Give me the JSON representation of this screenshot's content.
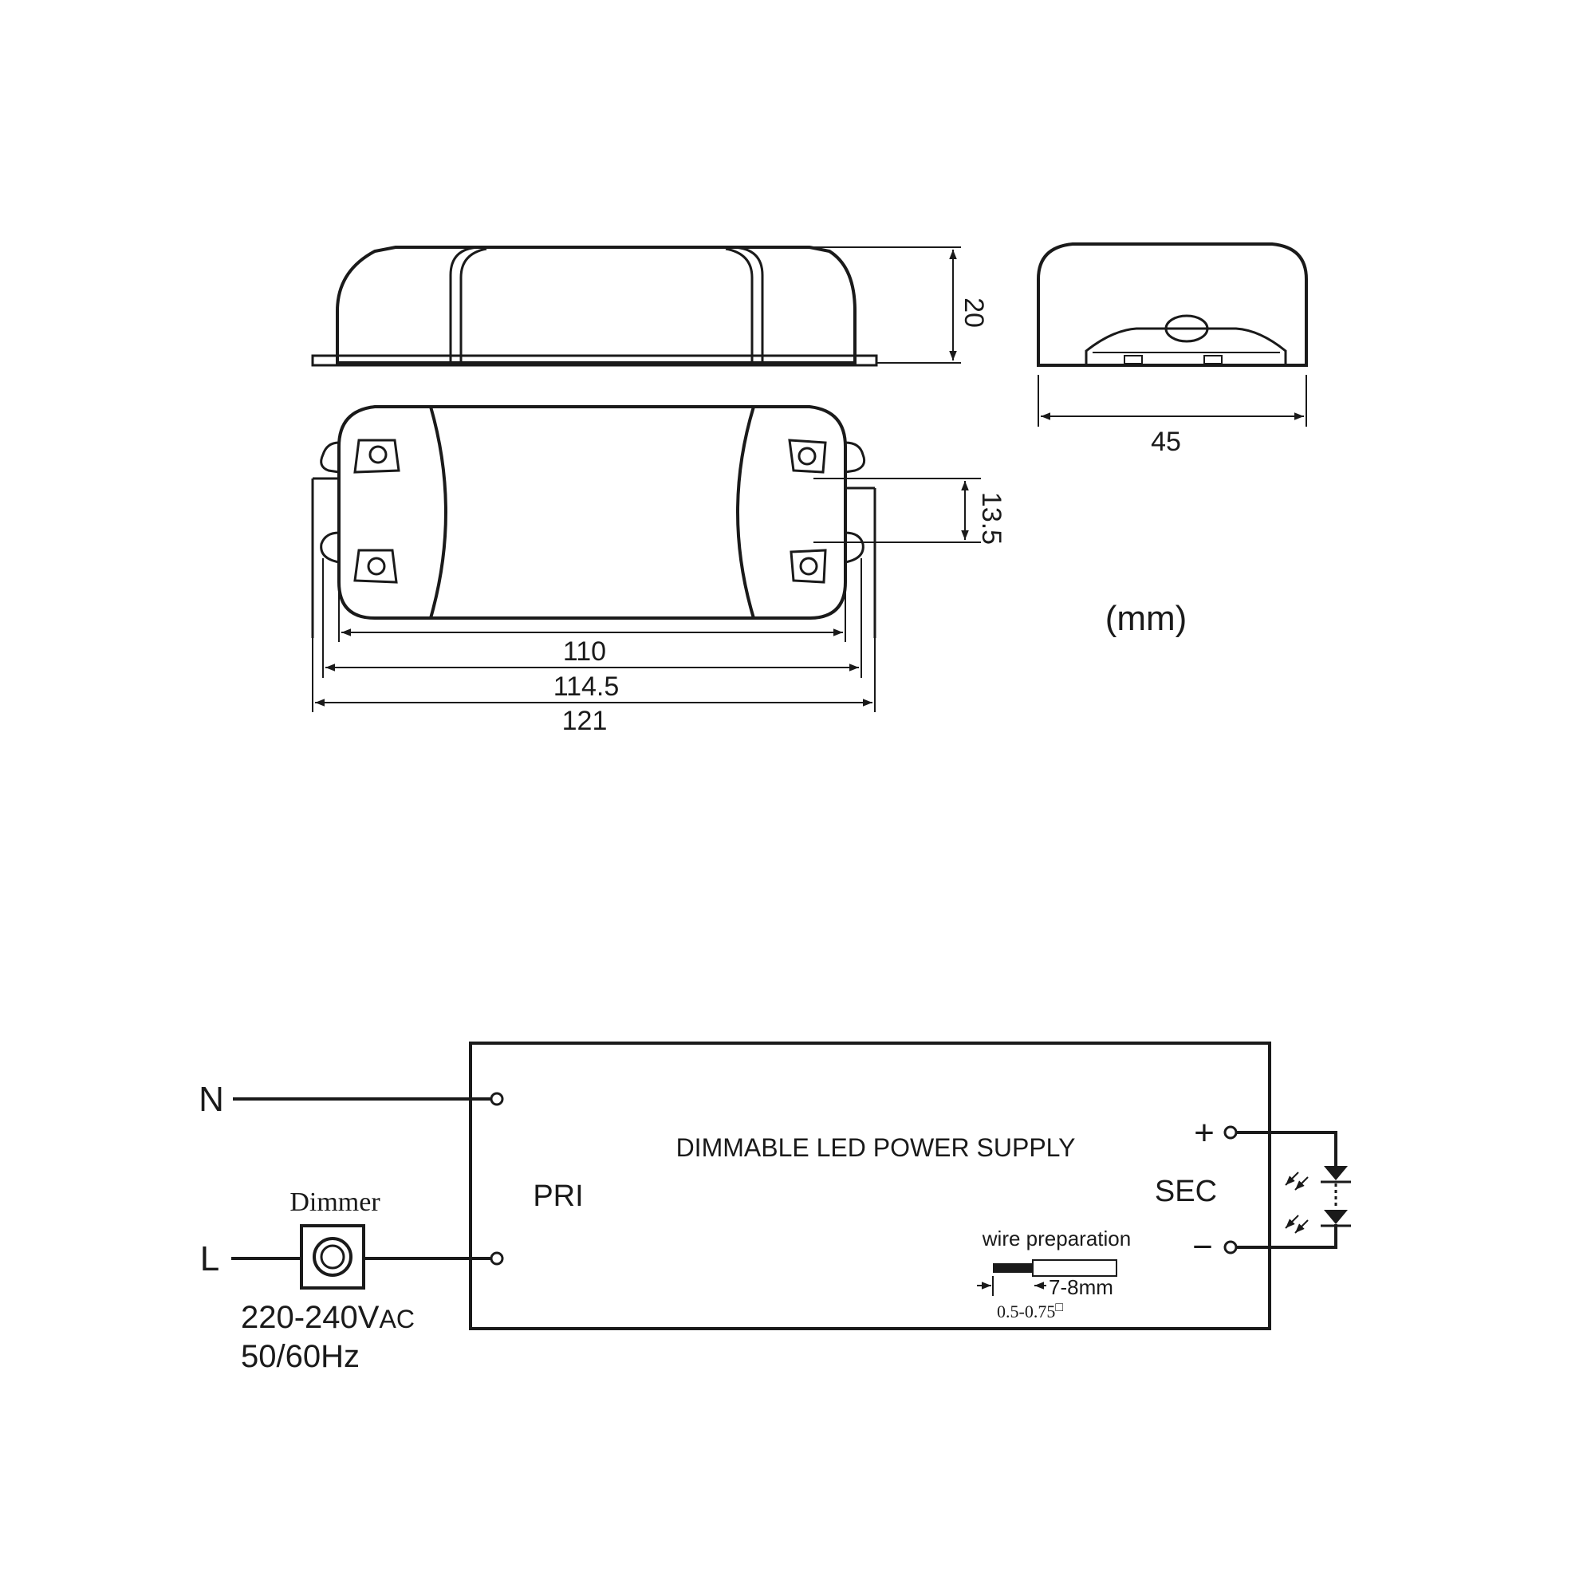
{
  "dimensions": {
    "height": "20",
    "width_side": "45",
    "mount_spacing": "13.5",
    "length_inner": "110",
    "length_mount": "114.5",
    "length_overall": "121",
    "units": "(mm)"
  },
  "wiring": {
    "input_n": "N",
    "input_l": "L",
    "dimmer_label": "Dimmer",
    "voltage": "220-240V",
    "voltage_suffix": "AC",
    "frequency": "50/60Hz",
    "primary": "PRI",
    "secondary": "SEC",
    "title": "DIMMABLE LED POWER SUPPLY",
    "plus": "+",
    "minus": "−",
    "wire_prep_label": "wire preparation",
    "strip_length": "7-8mm",
    "wire_gauge": "0.5-0.75",
    "wire_gauge_unit": "□"
  }
}
